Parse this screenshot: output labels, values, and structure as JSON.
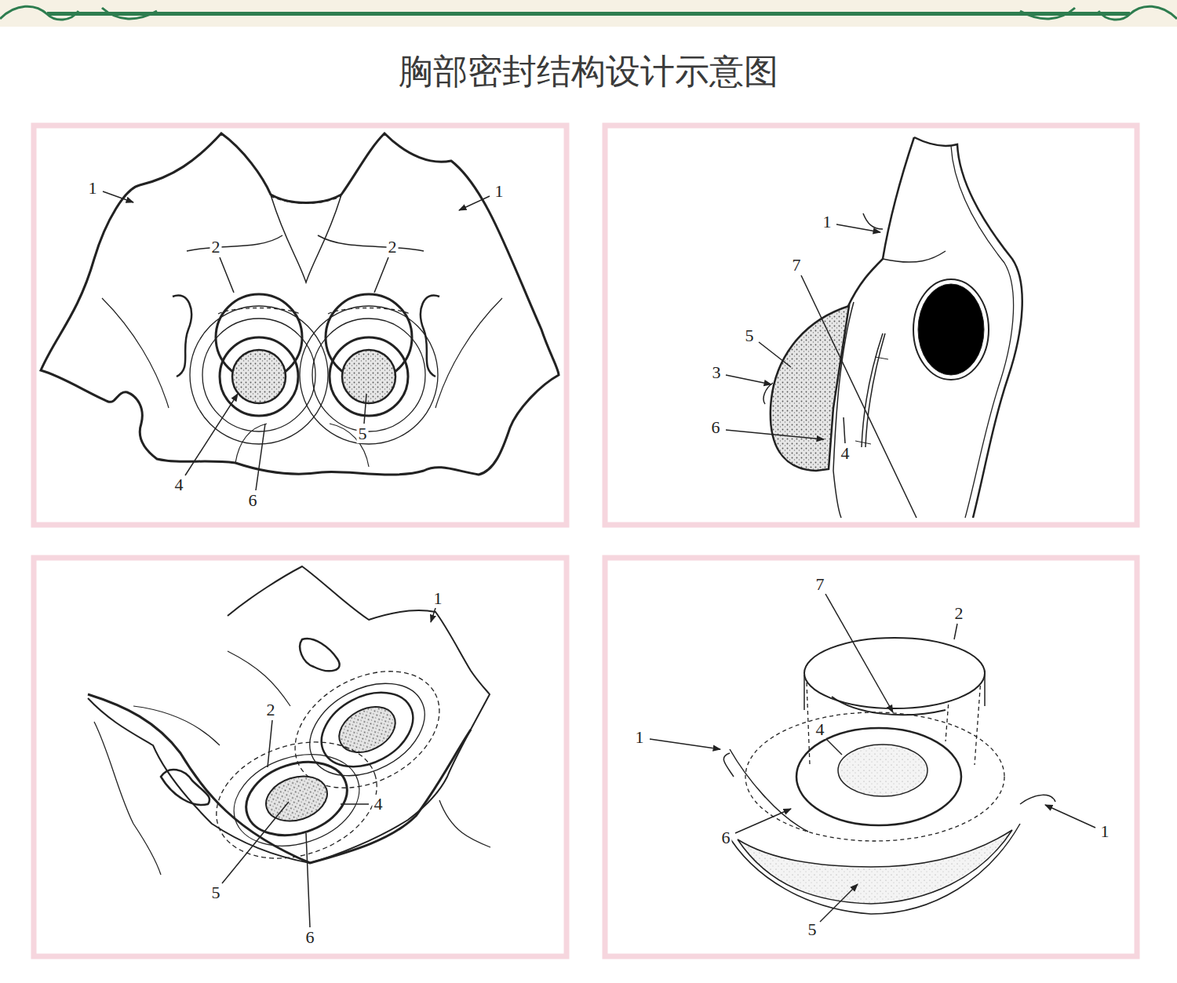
{
  "diagram": {
    "title": "胸部密封结构设计示意图",
    "labels": [
      "1",
      "1",
      "2",
      "2",
      "4",
      "6",
      "5",
      "1",
      "7",
      "5",
      "3",
      "6",
      "4",
      "1",
      "2",
      "4",
      "5",
      "6",
      "7",
      "2",
      "1",
      "4",
      "6",
      "1",
      "5"
    ]
  }
}
